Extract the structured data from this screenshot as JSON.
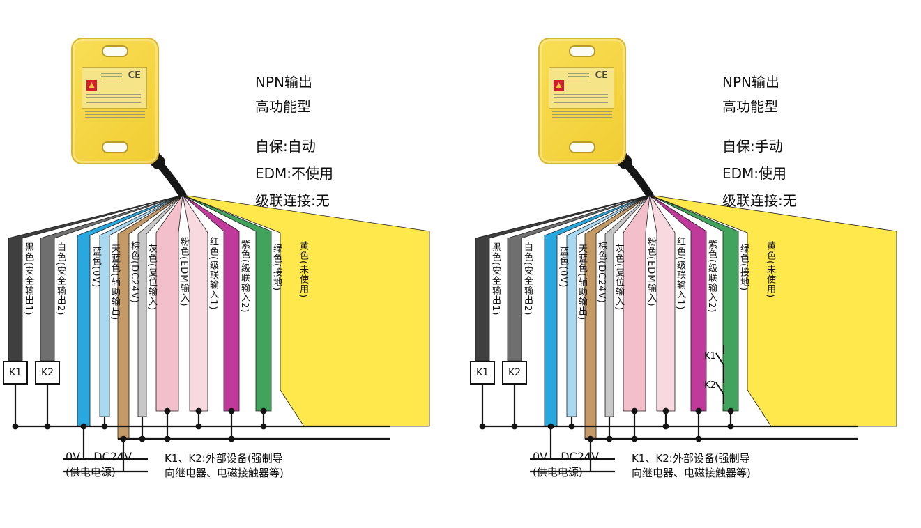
{
  "page": {
    "background": "#ffffff"
  },
  "labels": {
    "k1": "K1",
    "k2": "K2"
  },
  "device": {
    "cert": "CE"
  },
  "wires": [
    {
      "name": "black",
      "hex": "#3f3f3f",
      "label": "黑色(安全输出1)"
    },
    {
      "name": "white",
      "hex": "#6f6f6f",
      "label": "白色(安全输出2)"
    },
    {
      "name": "blue",
      "hex": "#29a8e0",
      "label": "蓝色(0V)"
    },
    {
      "name": "sky-blue",
      "hex": "#a8d9f1",
      "label": "天蓝色(辅助输出)"
    },
    {
      "name": "brown",
      "hex": "#c49a67",
      "label": "棕色(DC24V)"
    },
    {
      "name": "gray",
      "hex": "#c7c7c7",
      "label": "灰色(复位输入)"
    },
    {
      "name": "pink",
      "hex": "#f3bfcb",
      "label": "粉色(EDM输入)"
    },
    {
      "name": "light-pink",
      "hex": "#f8d9e0",
      "label": "红色(级联输入1)"
    },
    {
      "name": "magenta",
      "hex": "#c03a9c",
      "label": "紫色(级联输入2)"
    },
    {
      "name": "green",
      "hex": "#41a35c",
      "label": "绿色(接地)"
    },
    {
      "name": "yellow",
      "hex": "#ffe84b",
      "label": "黄色(未使用)"
    }
  ],
  "panels": [
    {
      "id": "left",
      "output_type": "NPN输出",
      "grade": "高功能型",
      "self_hold": "自保:自动",
      "edm": "EDM:不使用",
      "cascade": "级联连接:无",
      "edm_contacts": []
    },
    {
      "id": "right",
      "output_type": "NPN输出",
      "grade": "高功能型",
      "self_hold": "自保:手动",
      "edm": "EDM:使用",
      "cascade": "级联连接:无",
      "edm_contacts": [
        "K1",
        "K2"
      ]
    }
  ],
  "footer": {
    "v0": "0V",
    "v24": "DC24V",
    "supply_caption": "(供电电源)",
    "note_line1": "K1、K2:外部设备(强制导",
    "note_line2": "向继电器、电磁接触器等)"
  }
}
